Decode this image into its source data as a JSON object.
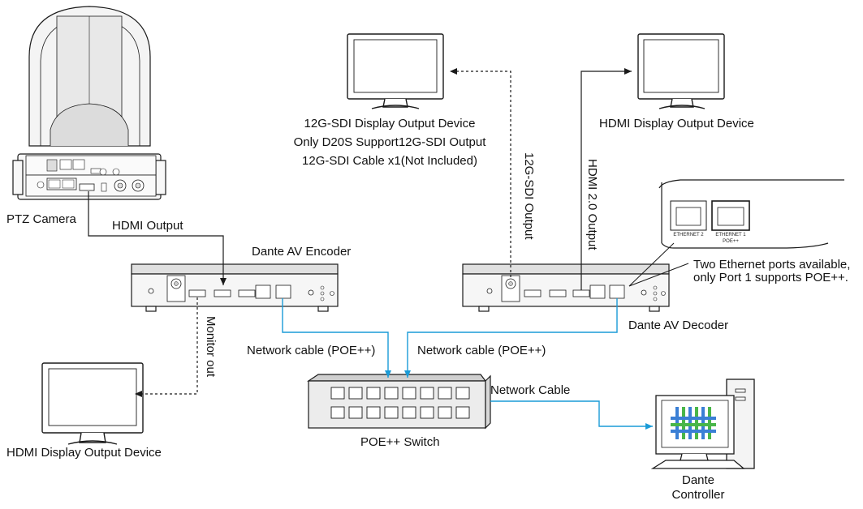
{
  "labels": {
    "ptz_camera": "PTZ Camera",
    "hdmi_output": "HDMI Output",
    "encoder": "Dante AV Encoder",
    "decoder": "Dante AV Decoder",
    "monitor_out": "Monitor out",
    "network_cable_left": "Network cable (POE++)",
    "network_cable_right": "Network cable (POE++)",
    "poe_switch": "POE++ Switch",
    "network_cable": "Network Cable",
    "dante_controller_line1": "Dante",
    "dante_controller_line2": "Controller",
    "hdmi_display_left": "HDMI Display Output Device",
    "hdmi_display_right": "HDMI Display Output Device",
    "sdi_display_line1": "12G-SDI Display Output Device",
    "sdi_display_line2": "Only D20S Support12G-SDI Output",
    "sdi_display_line3": "12G-SDI Cable x1(Not Included)",
    "sdi_output": "12G-SDI Output",
    "hdmi20_output": "HDMI 2.0 Output",
    "ethernet_note_line1": "Two Ethernet ports available,",
    "ethernet_note_line2": "only Port 1 supports POE++.",
    "ethernet2_port": "ETHERNET 2",
    "ethernet1_port": "ETHERNET 1",
    "ethernet1_poe": "POE++"
  },
  "colors": {
    "line": "#1a1a1a",
    "network_line": "#1a9bd7",
    "device_fill": "#f2f2f2",
    "switch_fill": "#e6e6e6",
    "controller_blue": "#3a7fd5",
    "controller_green": "#49b649"
  }
}
